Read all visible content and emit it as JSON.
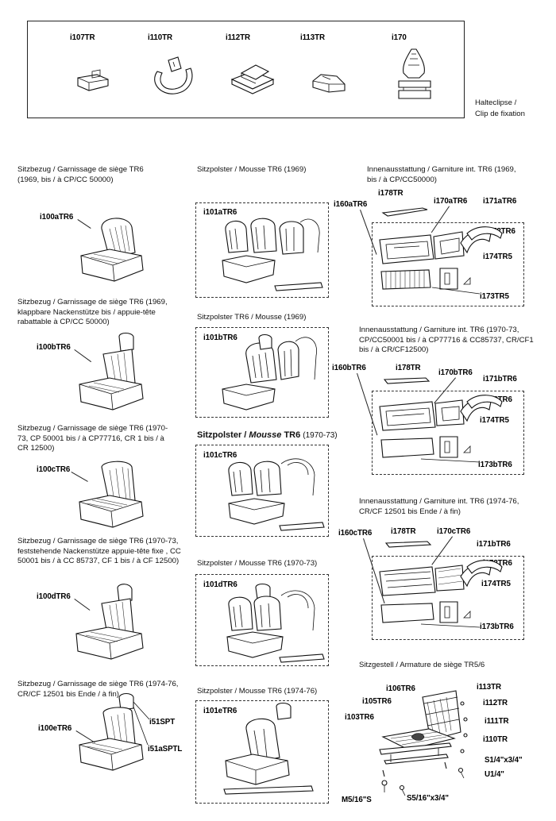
{
  "clips": {
    "items": [
      {
        "code": "i107TR"
      },
      {
        "code": "i110TR"
      },
      {
        "code": "i112TR"
      },
      {
        "code": "i113TR"
      },
      {
        "code": "i170"
      }
    ],
    "caption_line1": "Halteclipse /",
    "caption_line2": "Clip de fixation"
  },
  "covers": [
    {
      "caption": "Sitzbezug / Garnissage de siège TR6 (1969, bis / à CP/CC 50000)",
      "code": "i100aTR6"
    },
    {
      "caption": "Sitzbezug / Garnissage de siège TR6 (1969, klappbare Nackenstütze bis / appuie-tête rabattable à CP/CC 50000)",
      "code": "i100bTR6"
    },
    {
      "caption": "Sitzbezug / Garnissage de siège  TR6 (1970-73, CP 50001 bis / à CP77716, CR 1 bis / à CR 12500)",
      "code": "i100cTR6"
    },
    {
      "caption": "Sitzbezug / Garnissage de siège  TR6 (1970-73, feststehende Nackenstütze appuie-tête fixe , CC 50001 bis / à CC 85737, CF 1 bis / à CF 12500)",
      "code": "i100dTR6"
    },
    {
      "caption": "Sitzbezug / Garnissage de siège  TR6 (1974-76, CR/CF 12501 bis Ende / à fin)",
      "code": "i100eTR6",
      "extra1": "i51SPT",
      "extra2": "i51aSPTL"
    }
  ],
  "foams": [
    {
      "caption": "Sitzpolster / Mousse TR6 (1969)",
      "code": "i101aTR6"
    },
    {
      "caption": "Sitzpolster TR6 / Mousse (1969)",
      "code": "i101bTR6"
    },
    {
      "caption_bold": "Sitzpolster /",
      "caption_italic": "Mousse",
      "caption_tail": "TR6",
      "caption_year": "(1970-73)",
      "code": "i101cTR6"
    },
    {
      "caption": "Sitzpolster / Mousse TR6 (1970-73)",
      "code": "i101dTR6"
    },
    {
      "caption": "Sitzpolster / Mousse TR6 (1974-76)",
      "code": "i101eTR6"
    }
  ],
  "interiors": [
    {
      "caption": "Innenausstattung / Garniture int. TR6 (1969, bis / à CP/CC50000)",
      "set": "i160aTR6",
      "strip": "i178TR",
      "door": "i170aTR6",
      "rear": "i171aTR6",
      "top": "i172TR6",
      "small": "i174TR5",
      "panel": "i173TR5"
    },
    {
      "caption": "Innenausstattung / Garniture int. TR6 (1970-73, CP/CC50001 bis / à CP77716 & CC85737, CR/CF1 bis / à CR/CF12500)",
      "set": "i160bTR6",
      "strip": "i178TR",
      "door": "i170bTR6",
      "rear": "i171bTR6",
      "top": "i172TR6",
      "small": "i174TR5",
      "panel": "i173bTR6"
    },
    {
      "caption": "Innenausstattung / Garniture int. TR6 (1974-76, CR/CF 12501 bis Ende / à fin)",
      "set": "i160cTR6",
      "strip": "i178TR",
      "door": "i170cTR6",
      "rear": "i171bTR6",
      "top": "i172TR6",
      "small": "i174TR5",
      "panel": "i173bTR6"
    }
  ],
  "frame": {
    "caption": "Sitzgestell / Armature  de siège  TR5/6",
    "labels": [
      "i106TR6",
      "i105TR6",
      "i103TR6",
      "i113TR",
      "i112TR",
      "i111TR",
      "i110TR",
      "S1/4\"x3/4\"",
      "U1/4\"",
      "M5/16\"S",
      "S5/16\"x3/4\""
    ]
  }
}
